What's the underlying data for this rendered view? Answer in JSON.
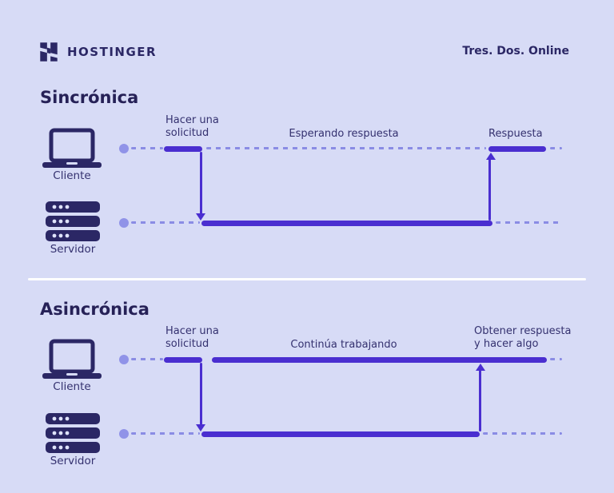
{
  "header": {
    "brand": "HOSTINGER",
    "tagline": "Tres. Dos. Online",
    "logo_icon": "hostinger-h-logo"
  },
  "colors": {
    "background": "#d7dbf6",
    "ink": "#2b2765",
    "bar": "#4a2ed0",
    "dash": "#8a8ce4",
    "dot": "#9093e8",
    "divider": "#ffffff"
  },
  "sections": {
    "sync": {
      "title": "Sincrónica",
      "client": {
        "label": "Cliente",
        "icon": "laptop-icon"
      },
      "server": {
        "label": "Servidor",
        "icon": "server-icon"
      },
      "request_label": "Hacer una\nsolicitud",
      "middle_label": "Esperando respuesta",
      "response_label": "Respuesta"
    },
    "async": {
      "title": "Asincrónica",
      "client": {
        "label": "Cliente",
        "icon": "laptop-icon"
      },
      "server": {
        "label": "Servidor",
        "icon": "server-icon"
      },
      "request_label": "Hacer una\nsolicitud",
      "middle_label": "Continúa trabajando",
      "response_label": "Obtener respuesta\ny hacer algo"
    }
  }
}
